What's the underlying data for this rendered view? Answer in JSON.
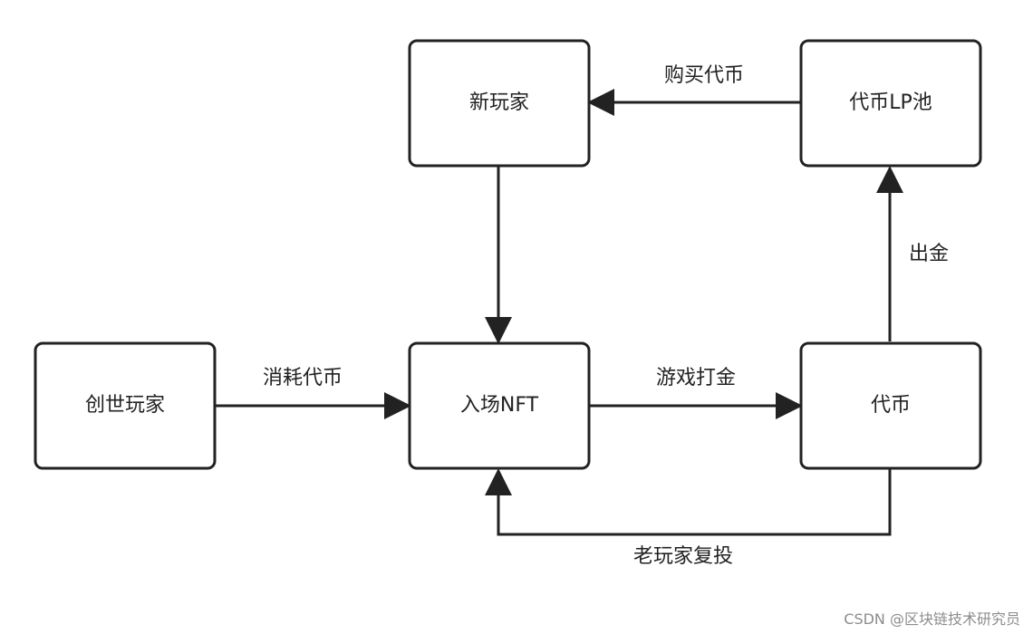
{
  "nodes": {
    "new_player": "新玩家",
    "token_lp_pool": "代币LP池",
    "genesis_player": "创世玩家",
    "entry_nft": "入场NFT",
    "token": "代币"
  },
  "edges": {
    "buy_token": "购买代币",
    "cash_out": "出金",
    "consume_token": "消耗代币",
    "game_earn": "游戏打金",
    "old_player_reinvest": "老玩家复投"
  },
  "watermark": "CSDN @区块链技术研究员",
  "colors": {
    "line": "#222222",
    "node_fill": "#ffffff",
    "watermark": "#8c8c8c"
  }
}
